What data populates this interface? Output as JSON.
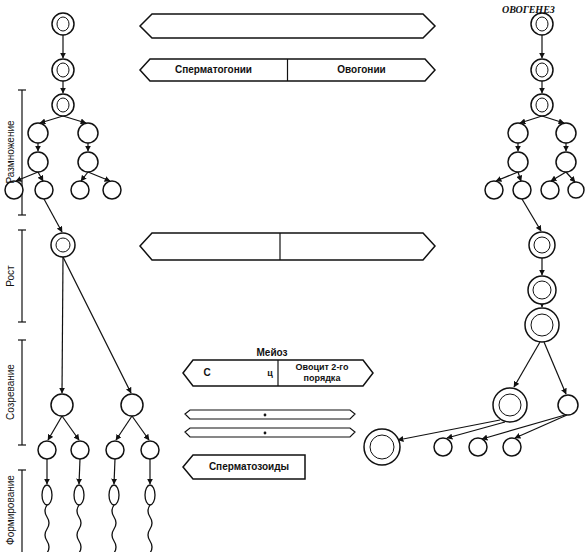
{
  "diagram": {
    "title": "ОВОГЕНЕЗ",
    "nodes": [
      {
        "text": [
          "Сперматогонии",
          "Овогонии"
        ]
      },
      {
        "text": [
          "С",
          "ц",
          "Овоцит 2-го порядка"
        ]
      },
      {
        "text": [
          "Сперматозоиды"
        ]
      }
    ],
    "labels": [
      "Размножение",
      "Рост",
      "Мейоз",
      "Созревание",
      "Формирование"
    ]
  }
}
